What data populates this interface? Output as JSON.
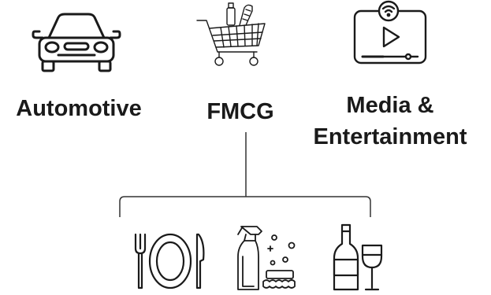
{
  "categories": [
    {
      "label": "Automotive",
      "icon": "car-icon"
    },
    {
      "label": "FMCG",
      "icon": "shopping-cart-icon"
    },
    {
      "label_line1": "Media &",
      "label_line2": "Entertainment",
      "icon": "video-play-icon"
    }
  ],
  "sub_items": [
    {
      "icon": "plate-fork-knife-icon"
    },
    {
      "icon": "cleaning-spray-icon"
    },
    {
      "icon": "wine-bottle-glass-icon"
    }
  ],
  "colors": {
    "ink": "#1a1a1a",
    "line": "#333333"
  }
}
